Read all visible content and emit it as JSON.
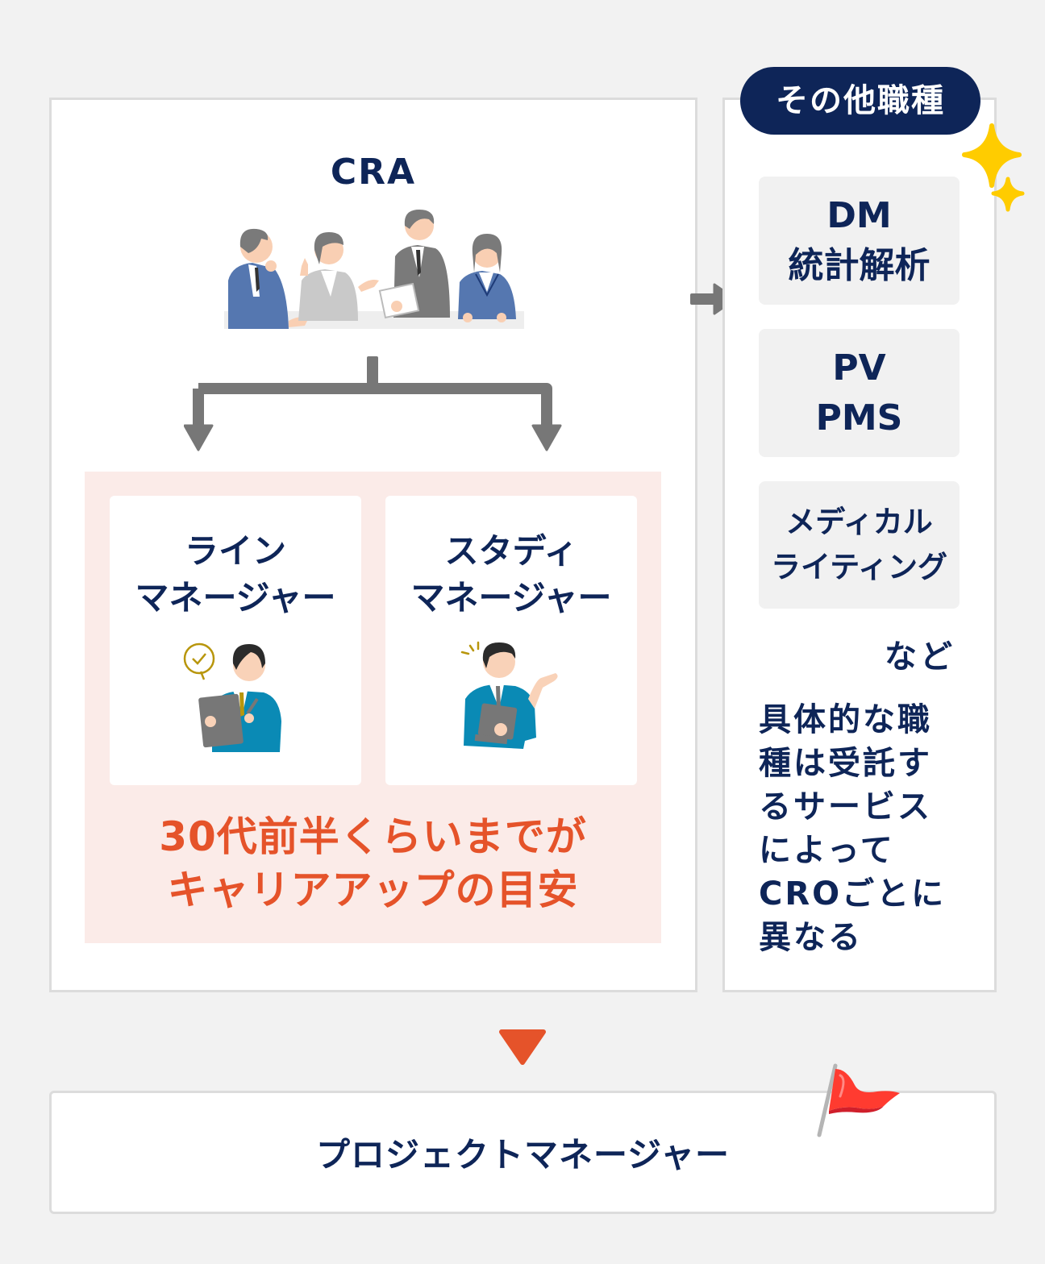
{
  "main": {
    "cra_title": "CRA",
    "branches": [
      {
        "title": "ライン\nマネージャー",
        "illustration": "man-with-clipboard-checkmark"
      },
      {
        "title": "スタディ\nマネージャー",
        "illustration": "man-gesturing-with-folder"
      }
    ],
    "highlight": "30代前半くらいまでが\nキャリアアップの目安"
  },
  "side": {
    "badge": "その他職種",
    "jobs": [
      {
        "label": "DM\n統計解析"
      },
      {
        "label": "PV\nPMS"
      },
      {
        "label": "メディカル\nライティング"
      }
    ],
    "etc": "など",
    "note": "具体的な職\n種は受託す\nるサービス\nによって\nCROごとに\n異なる"
  },
  "goal": {
    "label": "プロジェクトマネージャー"
  },
  "colors": {
    "navy": "#0e2558",
    "accent_orange": "#e5532a",
    "arrow_gray": "#777777",
    "pink_bg": "#fbebe8",
    "box_gray": "#f1f1f1",
    "sparkle_yellow": "#ffcc00",
    "flag_red": "#ff3b30"
  }
}
